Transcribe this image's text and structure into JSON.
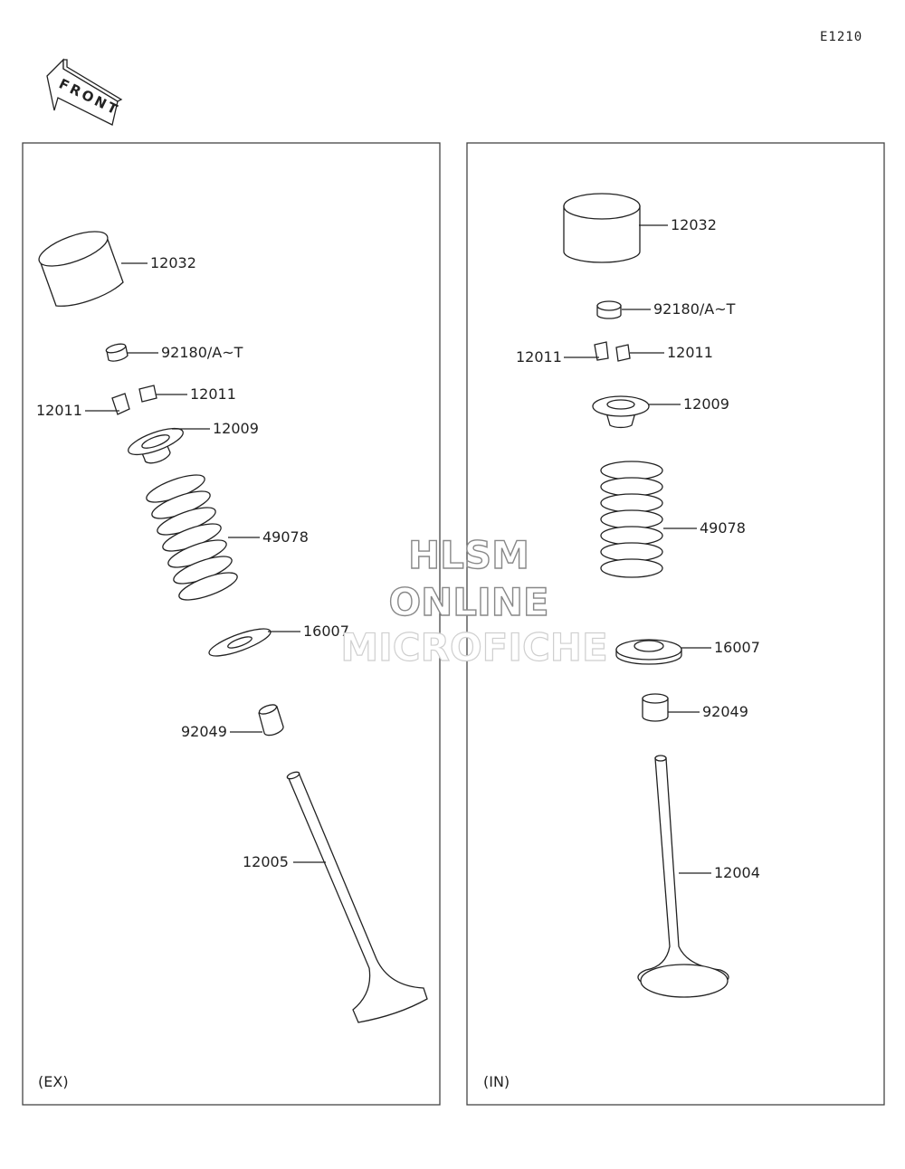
{
  "diagram_code": "E1210",
  "front_label": "FRONT",
  "watermark": {
    "line1": "HLSM",
    "line2": "ONLINE",
    "line3": "MICROFICHE"
  },
  "panels": {
    "ex": {
      "caption": "(EX)",
      "labels": {
        "tappet": "12032",
        "shim": "92180/A~T",
        "cotter_right": "12011",
        "cotter_left": "12011",
        "retainer": "12009",
        "spring": "49078",
        "spring_seat": "16007",
        "stem_seal": "92049",
        "valve": "12005"
      }
    },
    "in": {
      "caption": "(IN)",
      "labels": {
        "tappet": "12032",
        "shim": "92180/A~T",
        "cotter_left": "12011",
        "cotter_right": "12011",
        "retainer": "12009",
        "spring": "49078",
        "spring_seat": "16007",
        "stem_seal": "92049",
        "valve": "12004"
      }
    }
  }
}
